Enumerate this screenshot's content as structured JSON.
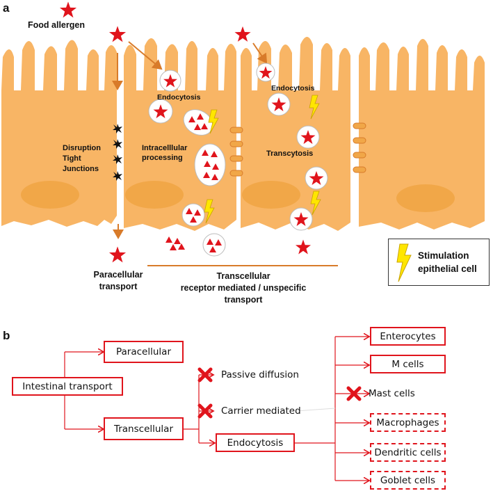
{
  "panel_a": {
    "letter": "a",
    "food_allergen": "Food allergen",
    "disruption": [
      "Disruption",
      "Tight",
      "Junctions"
    ],
    "intracellular": [
      "Intracelllular",
      "processing"
    ],
    "endocytosis_1": "Endocytosis",
    "endocytosis_2": "Endocytosis",
    "transcytosis": "Transcytosis",
    "paracellular_transport": [
      "Paracellular",
      "transport"
    ],
    "transcellular_transport": [
      "Transcellular",
      "receptor mediated / unspecific",
      "transport"
    ],
    "legend": [
      "Stimulation",
      "epithelial cell"
    ]
  },
  "panel_b": {
    "letter": "b",
    "intestinal_transport": "Intestinal transport",
    "paracellular": "Paracellular",
    "transcellular": "Transcellular",
    "passive_diffusion": "Passive diffusion",
    "carrier_mediated": "Carrier mediated",
    "endocytosis": "Endocytosis",
    "cells": [
      "Enterocytes",
      "M cells",
      "Mast cells",
      "Macrophages",
      "Dendritic cells",
      "Goblet cells"
    ]
  },
  "colors": {
    "cell": "#f8b565",
    "nucleus": "#f1a748",
    "allergen": "#e0141c",
    "arrow": "#d87b2a",
    "flowchart": "#e0141c",
    "lightning": "#ffe600"
  }
}
